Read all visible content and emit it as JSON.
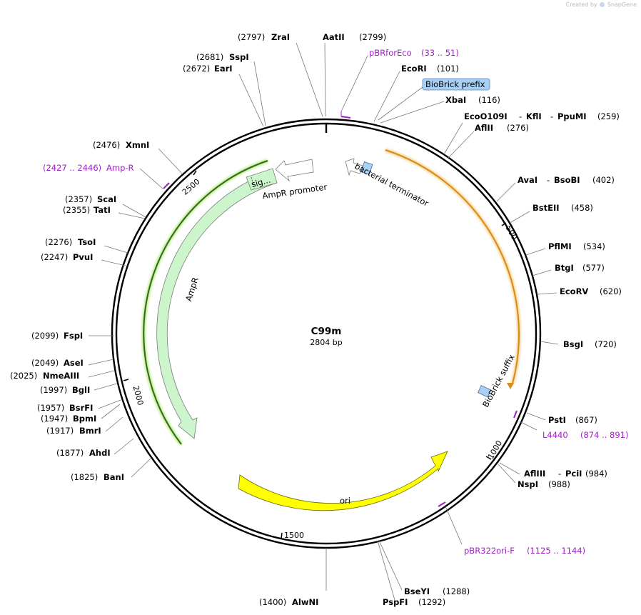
{
  "watermark": {
    "text": "Created by",
    "brand": "SnapGene"
  },
  "plasmid": {
    "name": "C99m",
    "length_label": "2804 bp",
    "length": 2804
  },
  "ruler_ticks": [
    "500",
    "1000",
    "1500",
    "2000",
    "2500"
  ],
  "enzymes": [
    {
      "name": "ZraI",
      "pos": "(2797)"
    },
    {
      "name": "AatII",
      "pos": "(2799)"
    },
    {
      "name": "SspI",
      "pos": "(2681)"
    },
    {
      "name": "EarI",
      "pos": "(2672)"
    },
    {
      "name": "EcoRI",
      "pos": "(101)"
    },
    {
      "name": "XbaI",
      "pos": "(116)"
    },
    {
      "name": "EcoO109I",
      "extra1": "KflI",
      "extra2": "PpuMI",
      "pos": "(259)"
    },
    {
      "name": "AflII",
      "pos": "(276)"
    },
    {
      "name": "XmnI",
      "pos": "(2476)"
    },
    {
      "name": "AvaI",
      "extra1": "BsoBI",
      "pos": "(402)"
    },
    {
      "name": "BstEII",
      "pos": "(458)"
    },
    {
      "name": "ScaI",
      "pos": "(2357)"
    },
    {
      "name": "TatI",
      "pos": "(2355)"
    },
    {
      "name": "PflMI",
      "pos": "(534)"
    },
    {
      "name": "TsoI",
      "pos": "(2276)"
    },
    {
      "name": "PvuI",
      "pos": "(2247)"
    },
    {
      "name": "BtgI",
      "pos": "(577)"
    },
    {
      "name": "EcoRV",
      "pos": "(620)"
    },
    {
      "name": "FspI",
      "pos": "(2099)"
    },
    {
      "name": "BsgI",
      "pos": "(720)"
    },
    {
      "name": "AseI",
      "pos": "(2049)"
    },
    {
      "name": "NmeAIII",
      "pos": "(2025)"
    },
    {
      "name": "BglI",
      "pos": "(1997)"
    },
    {
      "name": "BsrFI",
      "pos": "(1957)"
    },
    {
      "name": "BpmI",
      "pos": "(1947)"
    },
    {
      "name": "BmrI",
      "pos": "(1917)"
    },
    {
      "name": "PstI",
      "pos": "(867)"
    },
    {
      "name": "AhdI",
      "pos": "(1877)"
    },
    {
      "name": "AflIII",
      "extra1": "PciI",
      "pos": "(984)"
    },
    {
      "name": "NspI",
      "pos": "(988)"
    },
    {
      "name": "BanI",
      "pos": "(1825)"
    },
    {
      "name": "AlwNI",
      "pos": "(1400)"
    },
    {
      "name": "BseYI",
      "pos": "(1288)"
    },
    {
      "name": "PspFI",
      "pos": "(1292)"
    }
  ],
  "primers": [
    {
      "name": "pBRforEco",
      "range": "(33 .. 51)"
    },
    {
      "name": "Amp-R",
      "range": "(2427 .. 2446)"
    },
    {
      "name": "L4440",
      "range": "(874 .. 891)"
    },
    {
      "name": "pBR322ori-F",
      "range": "(1125 .. 1144)"
    }
  ],
  "features": {
    "biobrick_prefix": "BioBrick prefix",
    "biobrick_suffix": "BioBrick suffix",
    "ampr_promoter": "AmpR promoter",
    "bacterial_terminator": "bacterial terminator",
    "ampr": "AmpR",
    "signal": "sig...",
    "ori": "ori"
  },
  "colors": {
    "backbone": "#000000",
    "primer": "#a020c8",
    "ampr_fill": "#ccf5cc",
    "ampr_outline": "#2e6b1e",
    "ampr_glow": "#b6e878",
    "ori_fill": "#ffff00",
    "terminator_arc": "#d98a1a",
    "terminator_glow": "#f5d28a",
    "biobrick_fill": "#a8d0f5",
    "promoter_fill": "#ffffff"
  }
}
